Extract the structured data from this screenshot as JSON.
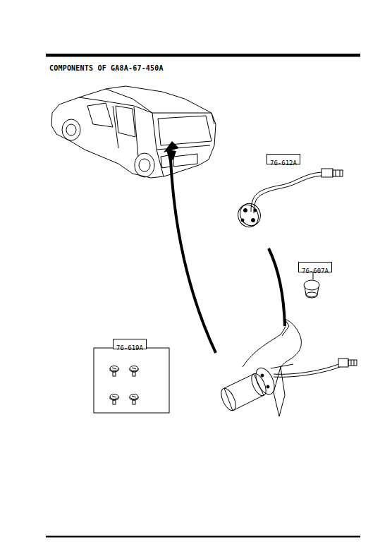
{
  "diagram": {
    "title": "COMPONENTS OF GA8A-67-450A",
    "nodes": [
      {
        "text": [
          "76-612A"
        ]
      },
      {
        "text": [
          "76-607A"
        ]
      },
      {
        "text": [
          "76-619A"
        ]
      }
    ]
  }
}
